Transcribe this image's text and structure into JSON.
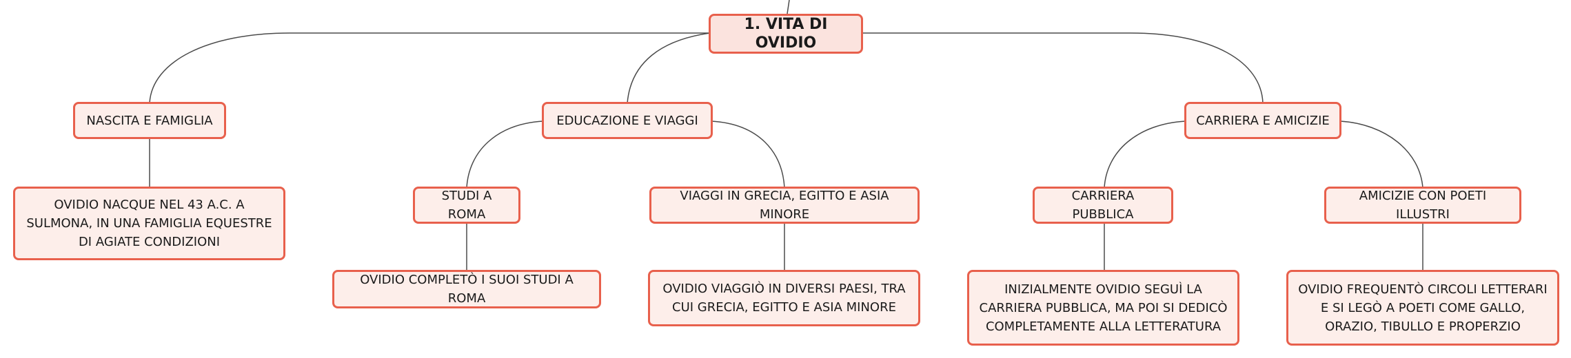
{
  "mindmap": {
    "root": {
      "label": "1. VITA DI OVIDIO"
    },
    "branches": [
      {
        "label": "NASCITA E FAMIGLIA",
        "detail": "OVIDIO NACQUE NEL 43 A.C. A SULMONA, IN UNA FAMIGLIA EQUESTRE DI AGIATE CONDIZIONI"
      },
      {
        "label": "EDUCAZIONE E VIAGGI",
        "children": [
          {
            "label": "STUDI A ROMA",
            "detail": "OVIDIO COMPLETÒ I SUOI STUDI A ROMA"
          },
          {
            "label": "VIAGGI IN GRECIA, EGITTO E ASIA MINORE",
            "detail": "OVIDIO VIAGGIÒ IN DIVERSI PAESI, TRA CUI GRECIA, EGITTO E ASIA MINORE"
          }
        ]
      },
      {
        "label": "CARRIERA E AMICIZIE",
        "children": [
          {
            "label": "CARRIERA PUBBLICA",
            "detail": "INIZIALMENTE OVIDIO SEGUÌ LA CARRIERA PUBBLICA, MA POI SI DEDICÒ COMPLETAMENTE ALLA LETTERATURA"
          },
          {
            "label": "AMICIZIE CON POETI ILLUSTRI",
            "detail": "OVIDIO FREQUENTÒ CIRCOLI LETTERARI E SI LEGÒ A POETI COME GALLO, ORAZIO, TIBULLO E PROPERZIO"
          }
        ]
      }
    ]
  }
}
